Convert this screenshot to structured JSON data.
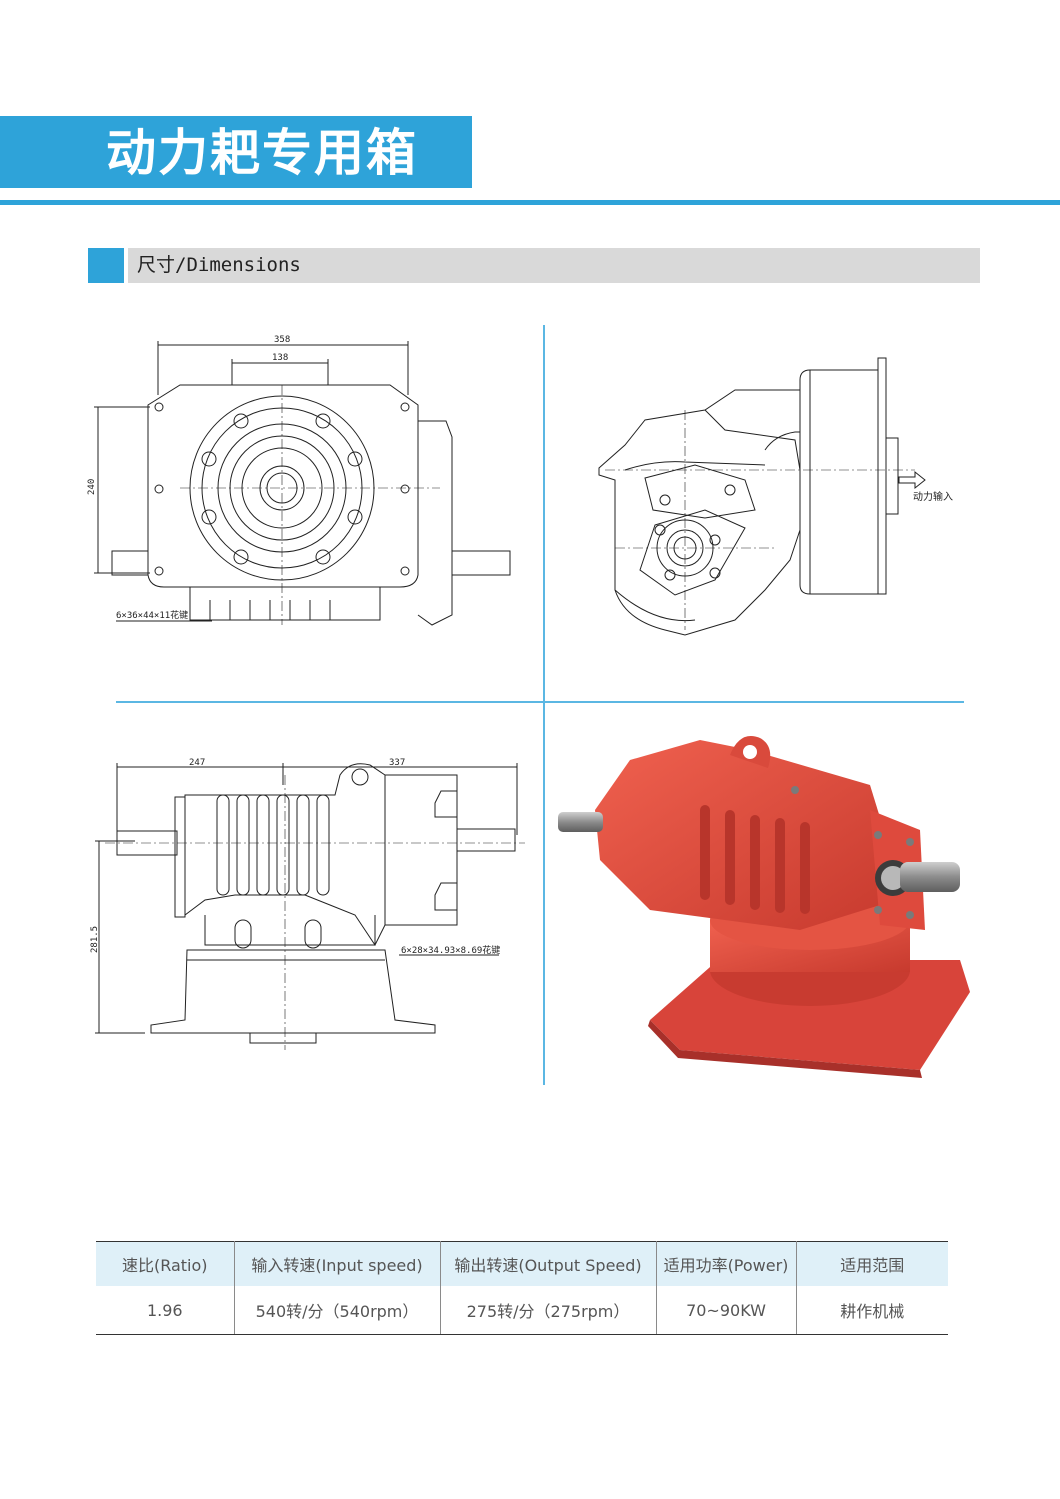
{
  "header": {
    "title": "动力耙专用箱"
  },
  "section": {
    "title": "尺寸/Dimensions"
  },
  "drawings": {
    "front": {
      "dim_width": "358",
      "dim_holes": "138",
      "dim_height": "240",
      "spline_note": "6×36×44×11花键"
    },
    "side": {
      "input_label": "动力输入"
    },
    "top": {
      "dim_left": "247",
      "dim_right": "337",
      "dim_height": "281.5",
      "spline_note": "6×28×34.93×8.69花键"
    }
  },
  "spec_table": {
    "headers": [
      "速比(Ratio)",
      "输入转速(Input speed)",
      "输出转速(Output Speed)",
      "适用功率(Power)",
      "适用范围"
    ],
    "rows": [
      [
        "1.96",
        "540转/分（540rpm）",
        "275转/分（275rpm）",
        "70~90KW",
        "耕作机械"
      ]
    ]
  },
  "colors": {
    "accent": "#2ea3d9",
    "section_bar": "#d9d9d9",
    "table_header": "#dff0f8",
    "product_red": "#e2493c"
  }
}
